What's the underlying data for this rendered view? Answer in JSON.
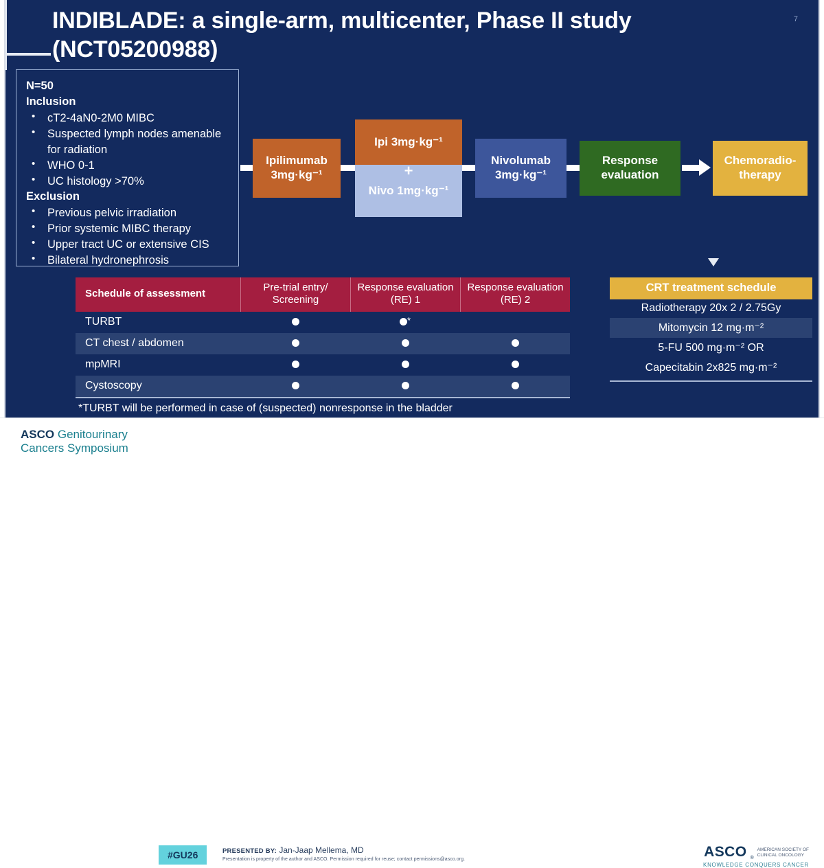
{
  "slide": {
    "title": "INDIBLADE: a single-arm, multicenter, Phase II study (NCT05200988)",
    "page_number": "7"
  },
  "criteria": {
    "n_label": "N=50",
    "inclusion_heading": "Inclusion",
    "inclusion": [
      "cT2-4aN0-2M0 MIBC",
      "Suspected lymph nodes amenable for radiation",
      "WHO 0-1",
      "UC histology >70%"
    ],
    "exclusion_heading": "Exclusion",
    "exclusion": [
      "Previous pelvic irradiation",
      "Prior systemic MIBC therapy",
      "Upper tract UC or extensive CIS",
      "Bilateral hydronephrosis"
    ]
  },
  "flow": {
    "step1": {
      "line1": "Ipilimumab",
      "line2": "3mg·kg⁻¹",
      "color": "#c0632a"
    },
    "step2": {
      "top": "Ipi 3mg·kg⁻¹",
      "plus": "+",
      "bottom": "Nivo 1mg·kg⁻¹",
      "top_color": "#c0632a",
      "bottom_color": "#aebfe4"
    },
    "step3": {
      "line1": "Nivolumab",
      "line2": "3mg·kg⁻¹",
      "color": "#3d569b"
    },
    "step4": {
      "line1": "Response",
      "line2": "evaluation",
      "color": "#2f6a22"
    },
    "step5": {
      "line1": "Chemoradio-",
      "line2": "therapy",
      "color": "#e3b23f"
    }
  },
  "crt_schedule": {
    "header": "CRT treatment schedule",
    "rows": [
      "Radiotherapy  20x 2 / 2.75Gy",
      "Mitomycin 12 mg·m⁻²",
      "5-FU 500 mg·m⁻² OR",
      "Capecitabin 2x825 mg·m⁻²"
    ]
  },
  "assessment_table": {
    "columns": [
      "Schedule of assessment",
      "Pre-trial entry/ Screening",
      "Response evaluation (RE) 1",
      "Response evaluation (RE) 2"
    ],
    "rows": [
      {
        "name": "TURBT",
        "screening": true,
        "re1": true,
        "re1_star": "*",
        "re2": false
      },
      {
        "name": "CT chest / abdomen",
        "screening": true,
        "re1": true,
        "re1_star": "",
        "re2": true
      },
      {
        "name": "mpMRI",
        "screening": true,
        "re1": true,
        "re1_star": "",
        "re2": true
      },
      {
        "name": "Cystoscopy",
        "screening": true,
        "re1": true,
        "re1_star": "",
        "re2": true
      }
    ],
    "footnote": "*TURBT will be performed in case of (suspected) nonresponse in the bladder"
  },
  "footer": {
    "symposium_line1_bold": "ASCO",
    "symposium_line1": " Genitourinary",
    "symposium_line2": "Cancers Symposium",
    "hashtag": "#GU26",
    "presented_label": "PRESENTED BY:",
    "presenter": "Jan-Jaap Mellema, MD",
    "permission": "Presentation is property of the author and ASCO. Permission required for reuse; contact permissions@asco.org.",
    "asco_wordmark": "ASCO",
    "asco_tm": "®",
    "asco_sub1": "AMERICAN SOCIETY OF",
    "asco_sub2": "CLINICAL ONCOLOGY",
    "asco_tagline": "KNOWLEDGE CONQUERS CANCER"
  },
  "colors": {
    "background": "#132a5e",
    "table_header": "#a41e40",
    "row_alt": "#2b4272",
    "orange": "#c0632a",
    "light_blue": "#aebfe4",
    "blue": "#3d569b",
    "green": "#2f6a22",
    "gold": "#e3b23f",
    "teal_badge": "#63d2dd"
  }
}
